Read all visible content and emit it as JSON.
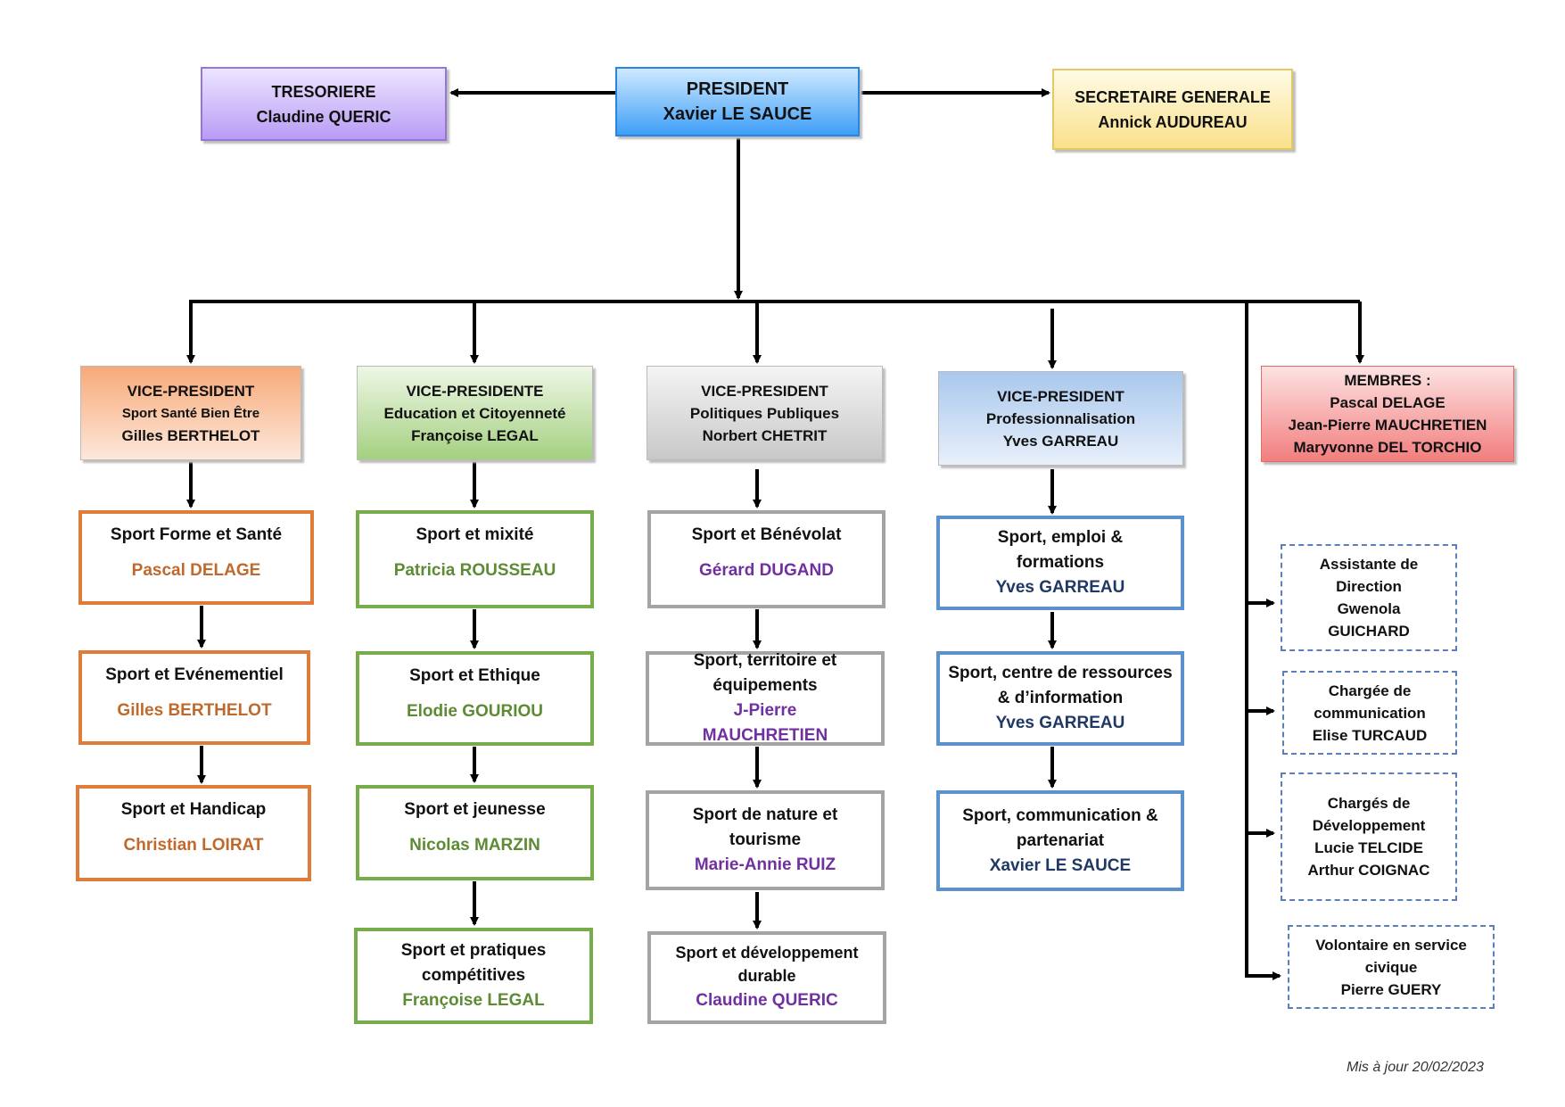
{
  "president": {
    "role": "PRESIDENT",
    "name": "Xavier LE SAUCE"
  },
  "tresoriere": {
    "role": "TRESORIERE",
    "name": "Claudine QUERIC"
  },
  "secretaire": {
    "role": "SECRETAIRE GENERALE",
    "name": "Annick AUDUREAU"
  },
  "vp": [
    {
      "role": "VICE-PRESIDENT",
      "area": "Sport Santé Bien Être",
      "name": "Gilles BERTHELOT"
    },
    {
      "role": "VICE-PRESIDENTE",
      "area": "Education et Citoyenneté",
      "name": "Françoise LEGAL"
    },
    {
      "role": "VICE-PRESIDENT",
      "area": "Politiques Publiques",
      "name": "Norbert CHETRIT"
    },
    {
      "role": "VICE-PRESIDENT",
      "area": "Professionnalisation",
      "name": "Yves GARREAU"
    }
  ],
  "membres": {
    "title": "MEMBRES :",
    "names": [
      "Pascal DELAGE",
      "Jean-Pierre MAUCHRETIEN",
      "Maryvonne DEL TORCHIO"
    ]
  },
  "col1": [
    {
      "title": "Sport Forme et Santé",
      "person": "Pascal DELAGE"
    },
    {
      "title": "Sport et Evénementiel",
      "person": "Gilles BERTHELOT"
    },
    {
      "title": "Sport et Handicap",
      "person": "Christian LOIRAT"
    }
  ],
  "col2": [
    {
      "title": "Sport et mixité",
      "person": "Patricia ROUSSEAU"
    },
    {
      "title": "Sport et Ethique",
      "person": "Elodie GOURIOU"
    },
    {
      "title": "Sport et jeunesse",
      "person": "Nicolas MARZIN"
    },
    {
      "title": "Sport et pratiques compétitives",
      "person": "Françoise LEGAL"
    }
  ],
  "col3": [
    {
      "title": "Sport et Bénévolat",
      "person": "Gérard DUGAND"
    },
    {
      "title": "Sport, territoire et équipements",
      "person": "J-Pierre MAUCHRETIEN"
    },
    {
      "title": "Sport de nature et tourisme",
      "person": "Marie-Annie RUIZ"
    },
    {
      "title": "Sport et développement durable",
      "person": "Claudine QUERIC"
    }
  ],
  "col4": [
    {
      "title": "Sport, emploi & formations",
      "person": "Yves GARREAU"
    },
    {
      "title": "Sport, centre de ressources & d’information",
      "person": "Yves GARREAU"
    },
    {
      "title": "Sport, communication & partenariat",
      "person": "Xavier LE SAUCE"
    }
  ],
  "staff": [
    {
      "role": "Assistante de Direction",
      "names": [
        "Gwenola GUICHARD"
      ]
    },
    {
      "role": "Chargée de communication",
      "names": [
        "Elise TURCAUD"
      ]
    },
    {
      "role": "Chargés de Développement",
      "names": [
        "Lucie TELCIDE",
        "Arthur COIGNAC"
      ]
    },
    {
      "role": "Volontaire en service civique",
      "names": [
        "Pierre GUERY"
      ]
    }
  ],
  "updated": "Mis à jour 20/02/2023",
  "colors": {
    "line": "#000000",
    "orange": "#e07b39",
    "green": "#76ad4a",
    "grey": "#a4a4a4",
    "blue": "#5b91cc",
    "purple_text": "#7030a0",
    "navy_text": "#1f3864",
    "staff_border": "#5b7fb8"
  }
}
